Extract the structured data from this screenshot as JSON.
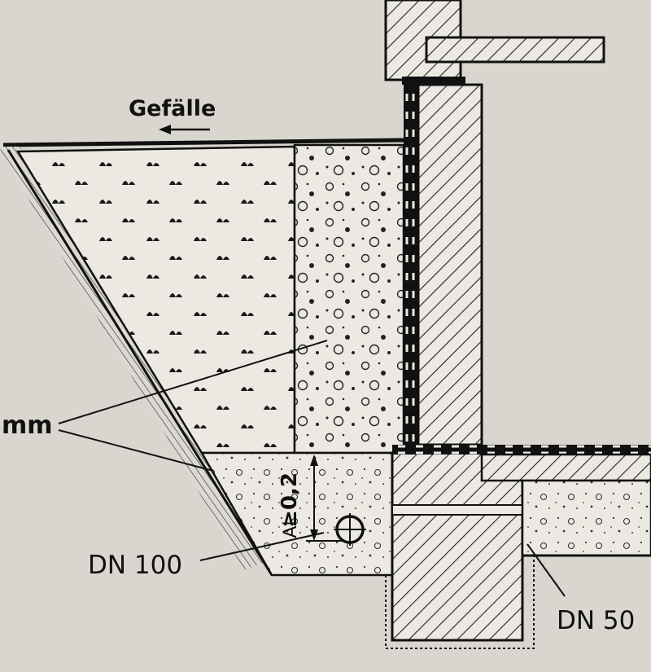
{
  "labels": {
    "slope": "Gefälle",
    "material": "mm",
    "dimension": "≥0,2",
    "dim_sub": "Al",
    "pipe_main": "DN 100",
    "pipe_small": "DN 50"
  },
  "colors": {
    "paper": "#d9d6d0",
    "ink": "#111111",
    "fill_light": "#ece9e3"
  }
}
